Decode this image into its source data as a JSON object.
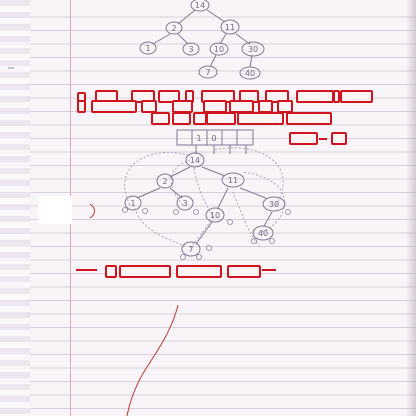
{
  "colors": {
    "paper": "#f8f4f7",
    "rule": "#d9cfdb",
    "ink": "#7f7a94",
    "highlight": "#d0141f",
    "red_pen": "#c23a3a"
  },
  "top_tree": {
    "nodes": [
      {
        "id": "n14",
        "label": "14"
      },
      {
        "id": "n2",
        "label": "2"
      },
      {
        "id": "n11",
        "label": "11"
      },
      {
        "id": "n1",
        "label": "1"
      },
      {
        "id": "n3",
        "label": "3"
      },
      {
        "id": "n10",
        "label": "10"
      },
      {
        "id": "n30",
        "label": "30"
      },
      {
        "id": "n7",
        "label": "7"
      },
      {
        "id": "n40",
        "label": "40"
      }
    ]
  },
  "array_cells": [
    "",
    "1",
    "0",
    "",
    ""
  ],
  "threaded_tree": {
    "nodes": [
      {
        "id": "t14",
        "label": "14"
      },
      {
        "id": "t2",
        "label": "2"
      },
      {
        "id": "t11",
        "label": "11"
      },
      {
        "id": "t1",
        "label": "1"
      },
      {
        "id": "t3",
        "label": "3"
      },
      {
        "id": "t10",
        "label": "10"
      },
      {
        "id": "t30",
        "label": "30"
      },
      {
        "id": "t7",
        "label": "7"
      },
      {
        "id": "t40",
        "label": "40"
      }
    ]
  },
  "text_lines": {
    "line1": [
      "",
      "",
      "",
      "",
      "",
      "",
      "",
      "",
      "",
      "",
      "",
      ""
    ],
    "line2": [
      "",
      "",
      "",
      "",
      "",
      "",
      ""
    ],
    "line3": [
      "",
      "",
      "",
      "",
      "",
      ""
    ],
    "side": [
      "",
      ""
    ],
    "footer": [
      "",
      "",
      "",
      ""
    ]
  }
}
